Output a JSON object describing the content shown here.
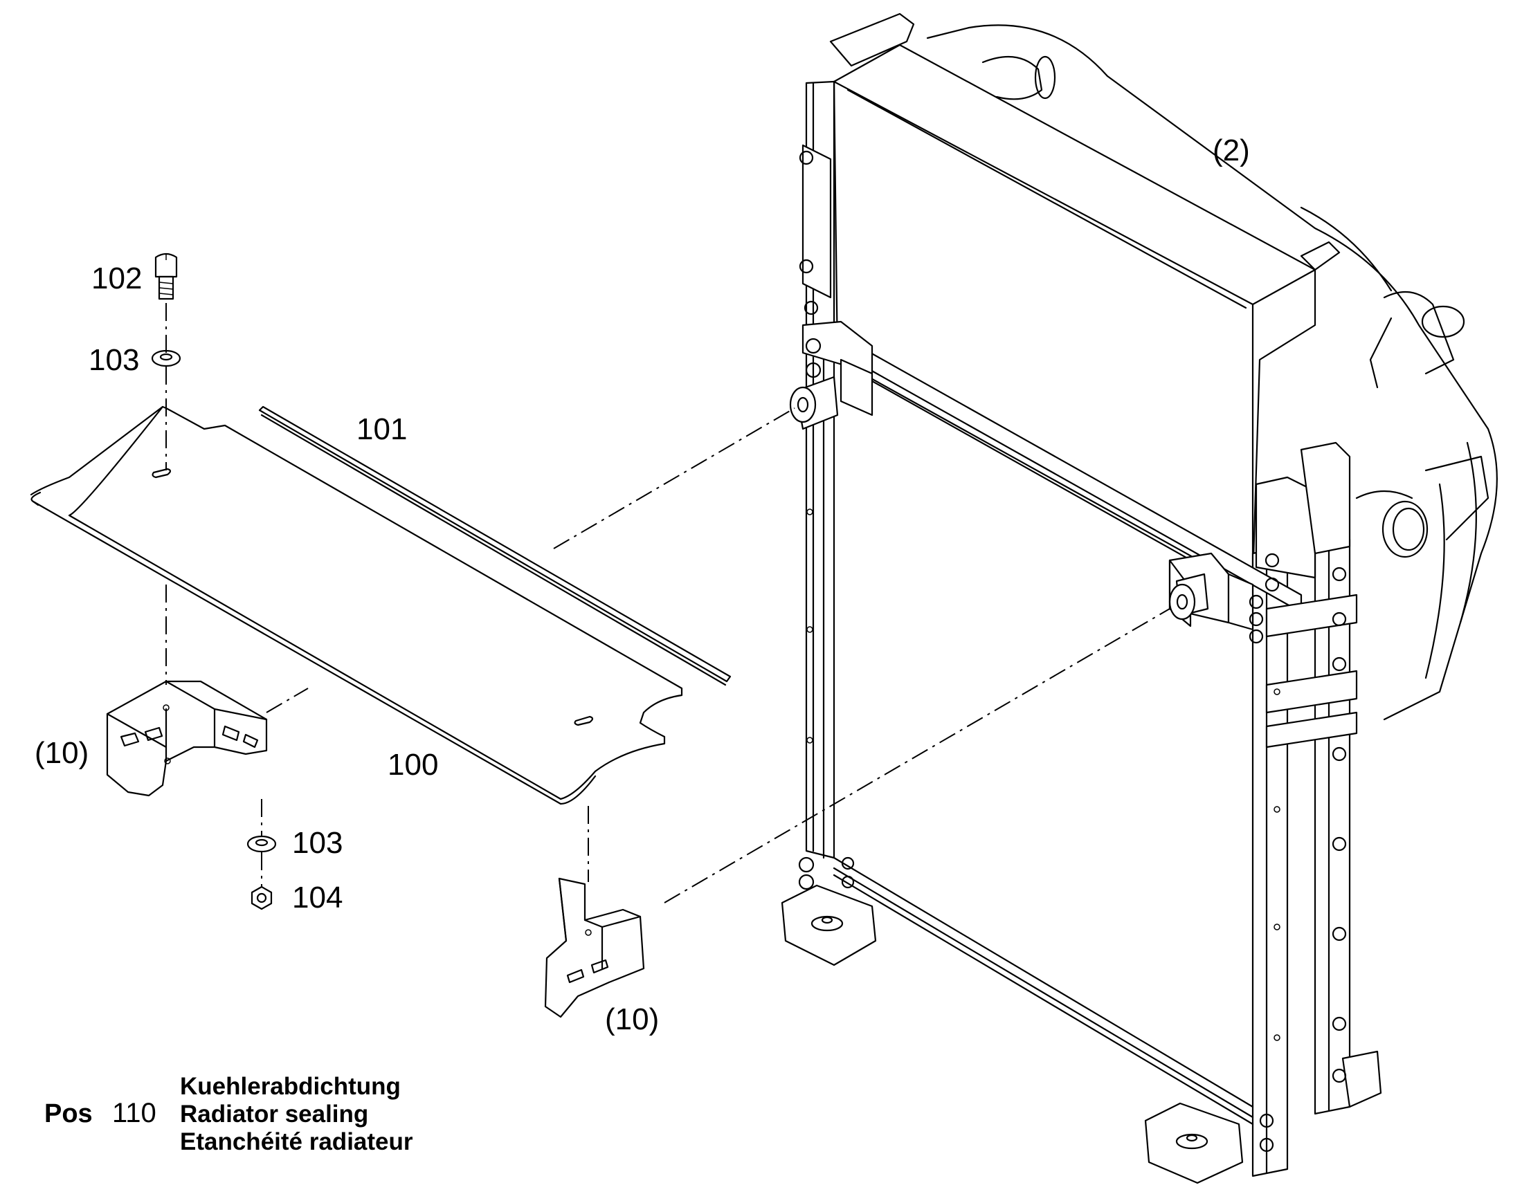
{
  "callouts": {
    "assembly": "(2)",
    "bolt": "102",
    "washer_top": "103",
    "seal_strip": "101",
    "bracket_left": "(10)",
    "cover_plate": "100",
    "washer_bottom": "103",
    "nut": "104",
    "bracket_right": "(10)"
  },
  "title_block": {
    "pos_label": "Pos",
    "pos_number": "110",
    "descriptions": [
      "Kuehlerabdichtung",
      "Radiator sealing",
      "Etanchéité radiateur"
    ]
  }
}
